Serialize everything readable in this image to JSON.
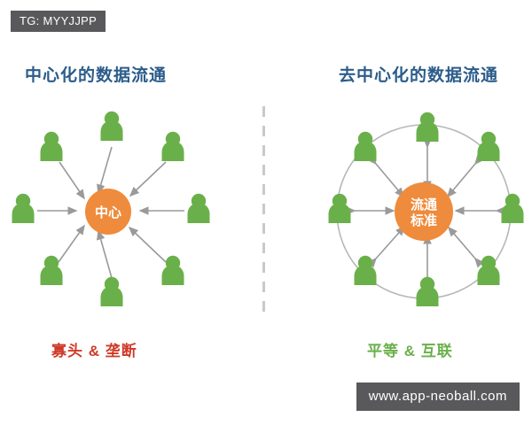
{
  "watermarks": {
    "tg": "TG: MYYJJPP",
    "url": "www.app-neoball.com"
  },
  "colors": {
    "title": "#2b5c8a",
    "person": "#6ab04a",
    "hub": "#ef8b3c",
    "arrow": "#9a9a9a",
    "caption_left": "#cf3a28",
    "caption_right": "#6ab04a",
    "ring": "#b7b7b7",
    "divider": "#c9c9c9",
    "badge_bg": "#59595b"
  },
  "panels": [
    {
      "id": "centralized",
      "title": "中心化的数据流通",
      "caption": "寡头 & 垄断",
      "hub_lines": [
        "中心"
      ],
      "node_count": 8,
      "ring": false
    },
    {
      "id": "decentralized",
      "title": "去中心化的数据流通",
      "caption": "平等 & 互联",
      "hub_lines": [
        "流通",
        "标准"
      ],
      "node_count": 8,
      "ring": true
    }
  ]
}
